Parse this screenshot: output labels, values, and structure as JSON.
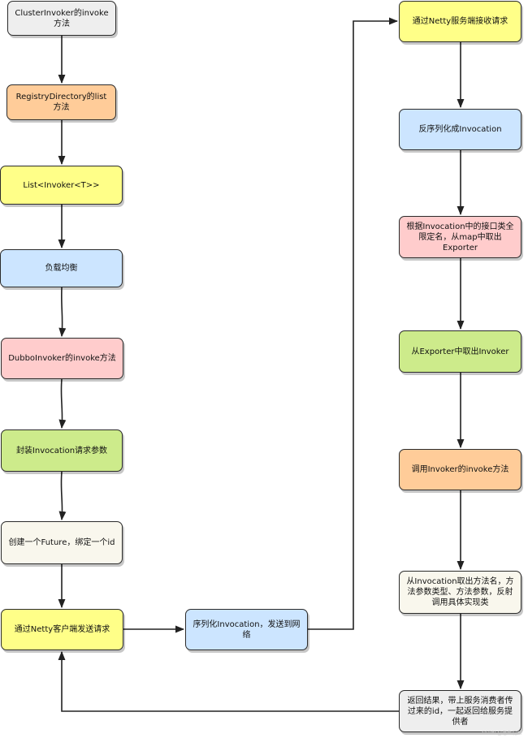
{
  "nodes": {
    "cluster_invoker": "ClusterInvoker的invoke方法",
    "registry_list": "RegistryDirectory的list方法",
    "invoker_list": "List<Invoker<T>>",
    "load_balance": "负载均衡",
    "dubbo_invoker": "DubboInvoker的invoke方法",
    "wrap_invocation": "封装Invocation请求参数",
    "create_future": "创建一个Future，绑定一个id",
    "netty_client_send": "通过Netty客户端发送请求",
    "serialize_send": "序列化Invocation，发送到网络",
    "netty_server_receive": "通过Netty服务端接收请求",
    "deserialize": "反序列化成Invocation",
    "get_exporter": "根据Invocation中的接口类全限定名，从map中取出Exporter",
    "get_invoker": "从Exporter中取出Invoker",
    "call_invoker": "调用Invoker的invoke方法",
    "reflect_call": "从Invocation取出方法名，方法参数类型、方法参数，反射调用具体实现类",
    "return_result": "返回结果，带上服务消费者传过来的id，一起返回给服务提供者"
  },
  "watermark": "CSDN @老鱼说AI"
}
